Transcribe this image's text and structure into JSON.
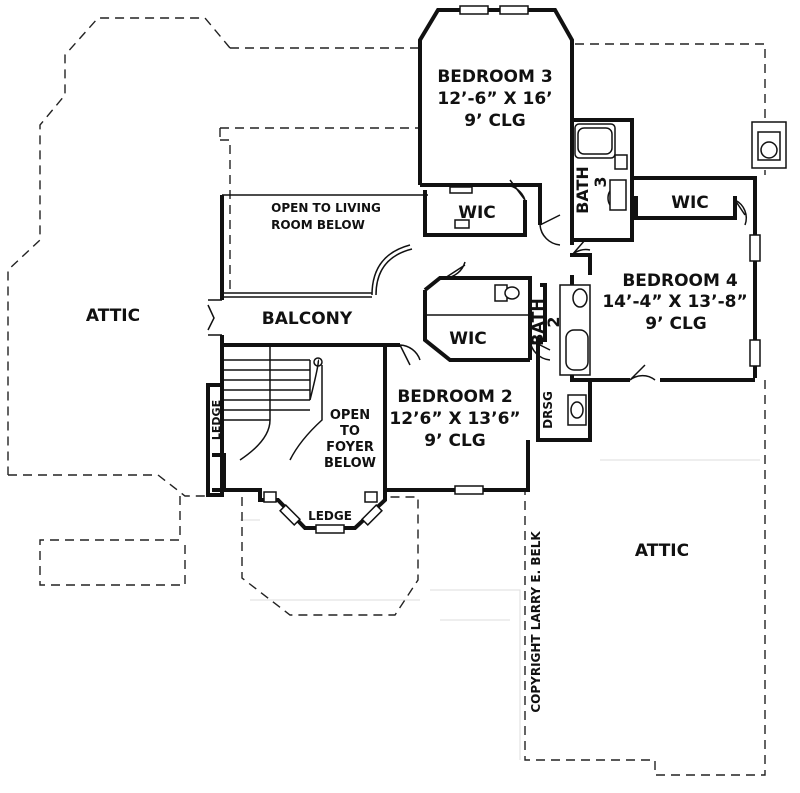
{
  "labels": {
    "bedroom3_name": "BEDROOM 3",
    "bedroom3_size": "12’-6” X 16’",
    "bedroom3_clg": "9’ CLG",
    "wic_a": "WIC",
    "bath3_word": "BATH",
    "bath3_num": "3",
    "wic_b": "WIC",
    "open_living_1": "OPEN TO LIVING",
    "open_living_2": "ROOM BELOW",
    "bedroom4_name": "BEDROOM 4",
    "bedroom4_size": "14’-4” X 13’-8”",
    "bedroom4_clg": "9’ CLG",
    "attic_left": "ATTIC",
    "balcony": "BALCONY",
    "wic_c": "WIC",
    "bath2_word": "BATH",
    "bath2_num": "2",
    "ledge_left": "LEDGE",
    "open_foyer_1": "OPEN",
    "open_foyer_2": "TO",
    "open_foyer_3": "FOYER",
    "open_foyer_4": "BELOW",
    "bedroom2_name": "BEDROOM 2",
    "bedroom2_size": "12’6” X 13’6”",
    "bedroom2_clg": "9’ CLG",
    "drsg": "DRSG",
    "ledge_bottom": "LEDGE",
    "attic_right": "ATTIC",
    "copyright": "COPYRIGHT LARRY E. BELK"
  }
}
